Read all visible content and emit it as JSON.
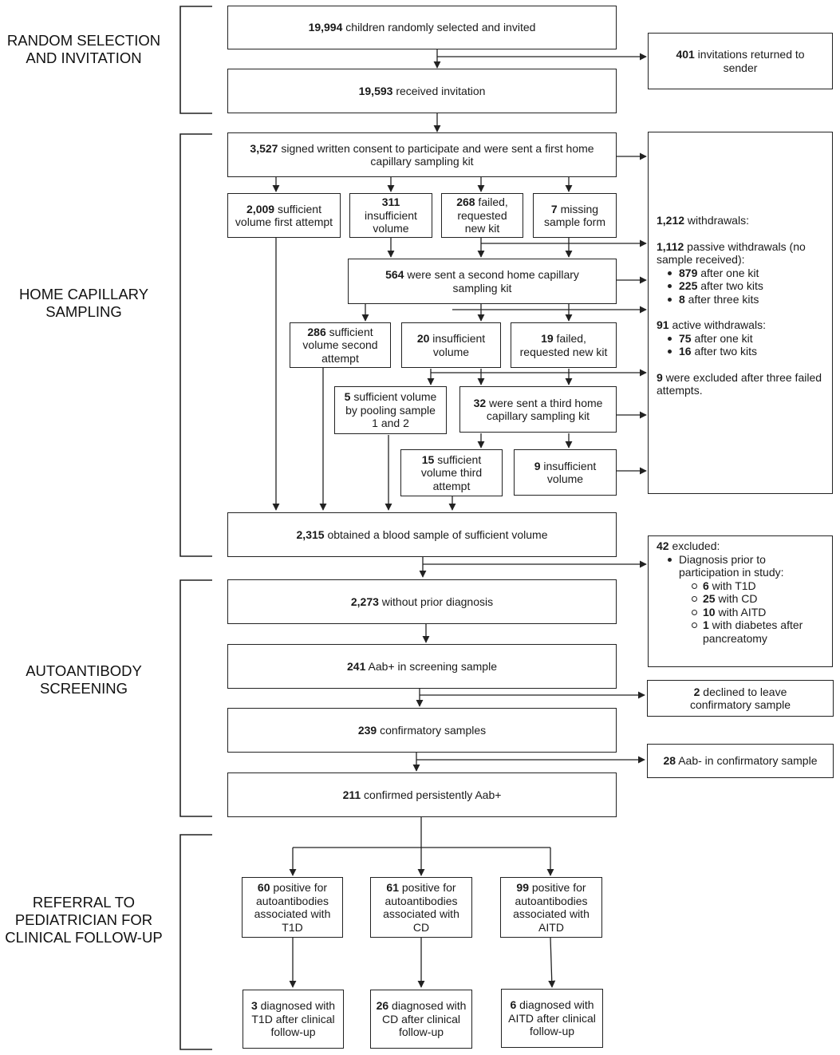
{
  "sections": {
    "random": "RANDOM SELECTION\nAND INVITATION",
    "home": "HOME CAPILLARY\nSAMPLING",
    "auto": "AUTOANTIBODY\nSCREENING",
    "referral": "REFERRAL TO\nPEDIATRICIAN FOR\nCLINICAL FOLLOW-UP"
  },
  "boxes": {
    "invited": {
      "num": "19,994",
      "text": " children randomly selected and invited"
    },
    "returned": {
      "num": "401",
      "text": " invitations returned to sender"
    },
    "received": {
      "num": "19,593",
      "text": " received invitation"
    },
    "consent": {
      "num": "3,527",
      "text": " signed written consent to participate and were sent a first home capillary sampling kit"
    },
    "first_ok": {
      "num": "2,009",
      "text": " sufficient volume first attempt"
    },
    "insuff1": {
      "num": "311",
      "text": " insufficient volume"
    },
    "failed1": {
      "num": "268",
      "text": " failed, requested new kit"
    },
    "missing": {
      "num": "7",
      "text": " missing sample form"
    },
    "second_kit": {
      "num": "564",
      "text": " were sent a second home capillary sampling kit"
    },
    "second_ok": {
      "num": "286",
      "text": " sufficient volume second attempt"
    },
    "insuff2": {
      "num": "20",
      "text": " insufficient volume"
    },
    "failed2": {
      "num": "19",
      "text": " failed, requested new kit"
    },
    "pooling": {
      "num": "5",
      "text": " sufficient volume by pooling sample 1 and 2"
    },
    "third_kit": {
      "num": "32",
      "text": " were sent a third home capillary sampling kit"
    },
    "third_ok": {
      "num": "15",
      "text": " sufficient volume third attempt"
    },
    "insuff3": {
      "num": "9",
      "text": " insufficient volume"
    },
    "obtained": {
      "num": "2,315",
      "text": " obtained a blood sample of sufficient volume"
    },
    "no_prior": {
      "num": "2,273",
      "text": " without prior diagnosis"
    },
    "aab_screen": {
      "num": "241",
      "text": " Aab+ in screening sample"
    },
    "declined": {
      "num": "2",
      "text": " declined to leave confirmatory sample"
    },
    "confirm": {
      "num": "239",
      "text": " confirmatory samples"
    },
    "aab_neg": {
      "num": "28",
      "text": " Aab- in confirmatory sample"
    },
    "persist": {
      "num": "211",
      "text": " confirmed persistently Aab+"
    },
    "pos_t1d": {
      "num": "60",
      "text": " positive for autoantibodies associated with T1D"
    },
    "pos_cd": {
      "num": "61",
      "text": " positive for autoantibodies associated with CD"
    },
    "pos_aitd": {
      "num": "99",
      "text": " positive for autoantibodies associated with AITD"
    },
    "dx_t1d": {
      "num": "3",
      "text": " diagnosed with T1D after clinical follow-up"
    },
    "dx_cd": {
      "num": "26",
      "text": " diagnosed with CD after clinical follow-up"
    },
    "dx_aitd": {
      "num": "6",
      "text": " diagnosed with AITD after clinical follow-up"
    }
  },
  "withdrawals": {
    "total_num": "1,212",
    "total_text": " withdrawals:",
    "passive_num": "1,112",
    "passive_text": " passive withdrawals (no sample received):",
    "p1_num": "879",
    "p1_text": " after one kit",
    "p2_num": "225",
    "p2_text": " after two kits",
    "p3_num": "8",
    "p3_text": " after three kits",
    "active_num": "91",
    "active_text": " active withdrawals:",
    "a1_num": "75",
    "a1_text": " after one kit",
    "a2_num": "16",
    "a2_text": " after two kits",
    "excl_num": "9",
    "excl_text": " were excluded after three failed attempts."
  },
  "excluded": {
    "head_num": "42",
    "head_text": " excluded:",
    "reason": "Diagnosis prior to participation in study:",
    "t1d_num": "6",
    "t1d_text": " with T1D",
    "cd_num": "25",
    "cd_text": " with CD",
    "aitd_num": "10",
    "aitd_text": " with AITD",
    "diab_num": "1",
    "diab_text": " with diabetes after pancreatomy"
  }
}
